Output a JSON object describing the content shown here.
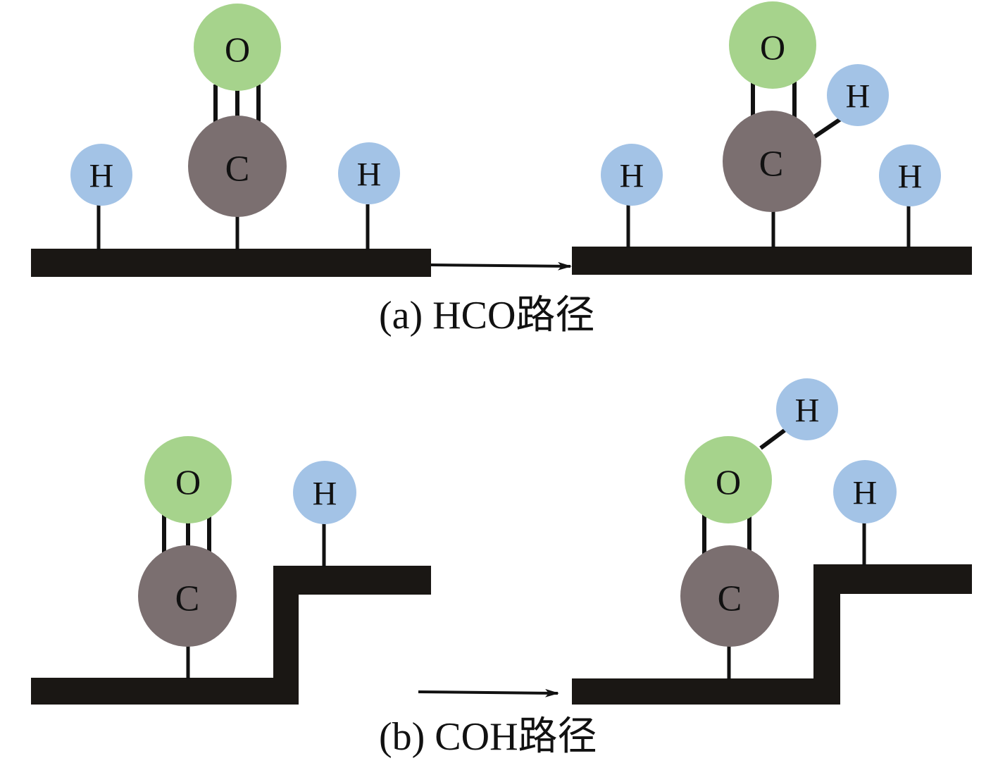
{
  "colors": {
    "oxygen": "#a6d38c",
    "carbon": "#7b6f70",
    "hydrogen": "#a3c3e6",
    "surface": "#1a1714",
    "bond": "#111111"
  },
  "atoms": {
    "oxygen": "O",
    "carbon": "C",
    "hydrogen": "H"
  },
  "panels": {
    "a": {
      "caption": "(a) HCO路径",
      "before": "CO + 2H adsorbed on flat surface (C≡O triple bond)",
      "after": "HCO intermediate (C=O double bond, H bonded to C)"
    },
    "b": {
      "caption": "(b) COH路径",
      "before": "CO adsorbed on step edge with H on terrace (C≡O triple bond)",
      "after": "COH intermediate (C=O double bond, H bonded to O)"
    }
  }
}
